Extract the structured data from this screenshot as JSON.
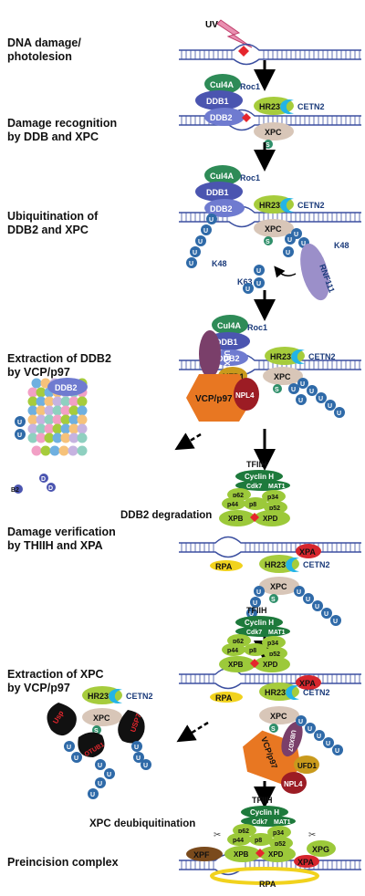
{
  "steps": [
    {
      "line1": "DNA damage/",
      "line2": "photolesion"
    },
    {
      "line1": "Damage recognition",
      "line2": "by DDB and XPC"
    },
    {
      "line1": "Ubiquitination of",
      "line2": "DDB2 and XPC"
    },
    {
      "line1": "Extraction of DDB2",
      "line2": "by VCP/p97"
    },
    {
      "line1": "Damage verification",
      "line2": "by THIIH and XPA"
    },
    {
      "line1": "Extraction of XPC",
      "line2": "by VCP/p97"
    },
    {
      "line1": "Preincision complex",
      "line2": ""
    }
  ],
  "annotations": {
    "ddb2_degradation": "DDB2 degradation",
    "xpc_deubiquitination": "XPC deubiquitination"
  },
  "labels": {
    "uv": "UV",
    "cul4a": "Cul4A",
    "roc1": "Roc1",
    "ddb1": "DDB1",
    "ddb2": "DDB2",
    "hr23b": "HR23B",
    "cetn2": "CETN2",
    "xpc": "XPC",
    "s": "S",
    "u": "U",
    "k48": "K48",
    "k63": "K63",
    "rnf111": "RNF111",
    "ubxd7": "UBXD7",
    "ufd1": "UFD1",
    "vcp": "VCP/p97",
    "npl4": "NPL4",
    "tfiih": "TFIIH",
    "cyclinh": "Cyclin H",
    "cdk7": "Cdk7",
    "mat1": "MAT1",
    "p62": "p62",
    "p44": "p44",
    "p8": "p8",
    "p34": "p34",
    "p52": "p52",
    "xpb": "XPB",
    "xpd": "XPD",
    "xpa": "XPA",
    "rpa": "RPA",
    "xpf": "XPF",
    "xpg": "XPG",
    "usp7": "USP7",
    "usp": "Usp",
    "otub": "OTUB1",
    "d": "D",
    "b2": "B2"
  },
  "colors": {
    "dna": "#3b4fa0",
    "cul4a": "#2e8b57",
    "ddb1": "#4b55b0",
    "ddb2": "#6f7bd0",
    "hr23b": "#a6cc3c",
    "cetn2": "#23b4e6",
    "xpc": "#d8c6b8",
    "s": "#2f8f6a",
    "ub": "#2f6aa8",
    "rnf111": "#9b8fc9",
    "ubxd7": "#7a3f6a",
    "ufd1": "#c99a1c",
    "vcp": "#e87722",
    "npl4": "#9c1c24",
    "tfiih_dark": "#1e7a3c",
    "tfiih_light": "#9cc93a",
    "xpa": "#d6262d",
    "rpa": "#f1d21d",
    "xpf": "#7a4a1c",
    "lesion": "#e5262d",
    "arrow": "#000000"
  }
}
